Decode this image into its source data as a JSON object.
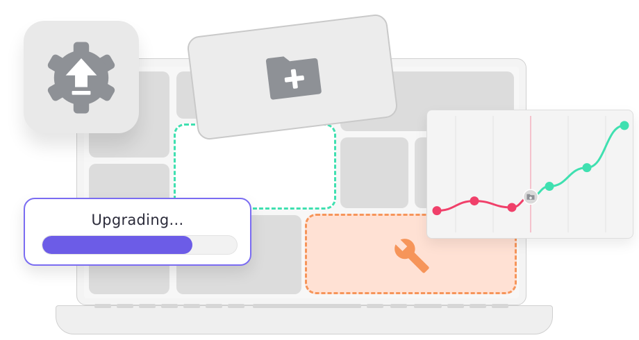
{
  "progress": {
    "label": "Upgrading...",
    "value": 0.77,
    "fill_color": "#6c5ce7",
    "border_color": "#7a6cf2"
  },
  "icons": {
    "gear": "gear-upload-icon",
    "folder": "folder-add-icon",
    "wrench": "wrench-icon",
    "chart_marker": "folder-marker-icon"
  },
  "colors": {
    "accent_green": "#3fe0b0",
    "accent_orange": "#f6955a",
    "accent_red": "#f0406a",
    "icon_gray": "#8e9196"
  },
  "chart_data": {
    "type": "line",
    "title": "",
    "xlabel": "",
    "ylabel": "",
    "grid": true,
    "x": [
      0,
      1,
      2,
      3,
      4,
      5
    ],
    "series": [
      {
        "values": [
          2.0,
          3.2,
          2.4,
          null,
          null,
          null
        ],
        "color": "#f0406a"
      },
      {
        "values": [
          null,
          null,
          null,
          5.0,
          7.3,
          12.5
        ],
        "color": "#3fe0b0"
      }
    ],
    "marker_x": 2.5,
    "ylim": [
      0,
      13
    ]
  }
}
